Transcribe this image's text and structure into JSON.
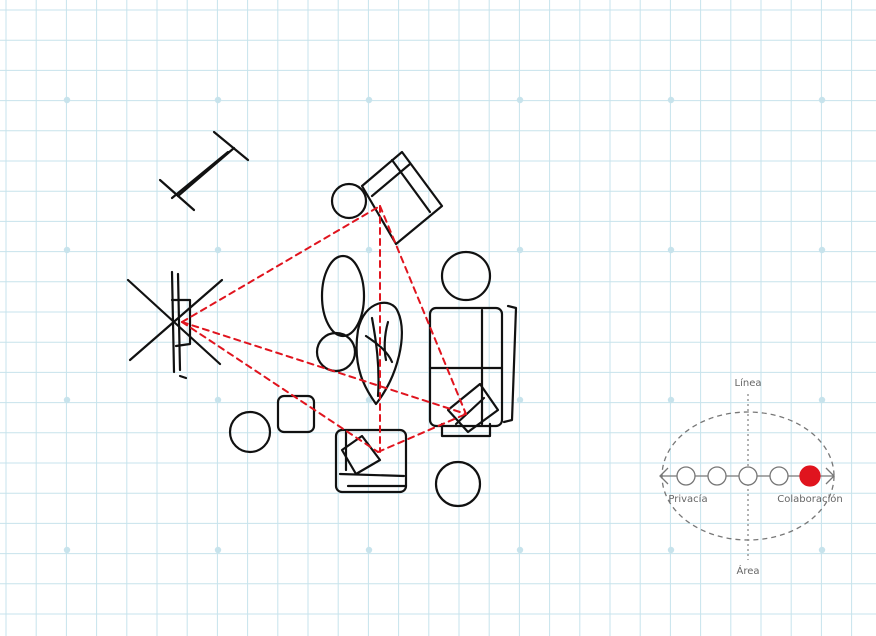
{
  "colors": {
    "grid": "#c7e3ec",
    "grid_dot": "#c7e3ec",
    "ink": "#111111",
    "sightline": "#e0141e",
    "gauge": "#777777",
    "gauge_active": "#e0141e"
  },
  "gauge": {
    "top_label": "Línea",
    "bottom_label": "Área",
    "left_label": "Privacía",
    "right_label": "Colaboración",
    "positions": 5,
    "active_index": 4
  }
}
